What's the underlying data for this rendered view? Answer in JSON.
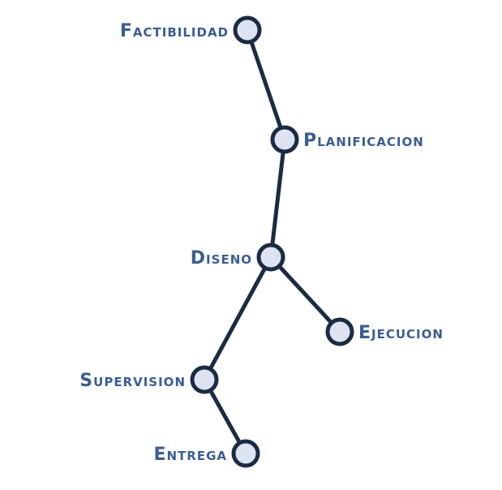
{
  "diagram": {
    "type": "tree",
    "colors": {
      "edge": "#1b2b44",
      "node_fill": "#dde3f0",
      "node_stroke": "#1b2b44",
      "label": "#3a5d94"
    },
    "nodes": [
      {
        "id": "factibilidad",
        "label": "Factibilidad"
      },
      {
        "id": "planificacion",
        "label": "Planificacion"
      },
      {
        "id": "diseno",
        "label": "Diseno"
      },
      {
        "id": "ejecucion",
        "label": "Ejecucion"
      },
      {
        "id": "supervision",
        "label": "Supervision"
      },
      {
        "id": "entrega",
        "label": "Entrega"
      }
    ],
    "edges": [
      {
        "from": "factibilidad",
        "to": "planificacion"
      },
      {
        "from": "planificacion",
        "to": "diseno"
      },
      {
        "from": "diseno",
        "to": "ejecucion"
      },
      {
        "from": "diseno",
        "to": "supervision"
      },
      {
        "from": "supervision",
        "to": "entrega"
      }
    ]
  }
}
